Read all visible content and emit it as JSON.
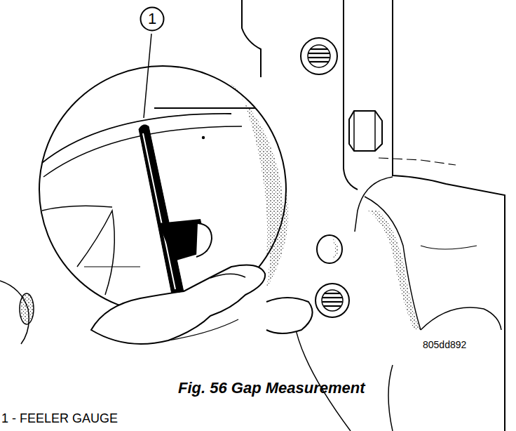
{
  "diagram": {
    "caption": "Fig. 56 Gap Measurement",
    "nodes": [
      {
        "text": [
          "1"
        ]
      }
    ],
    "labels": [
      "805dd892",
      "1 - FEELER GAUGE"
    ]
  }
}
